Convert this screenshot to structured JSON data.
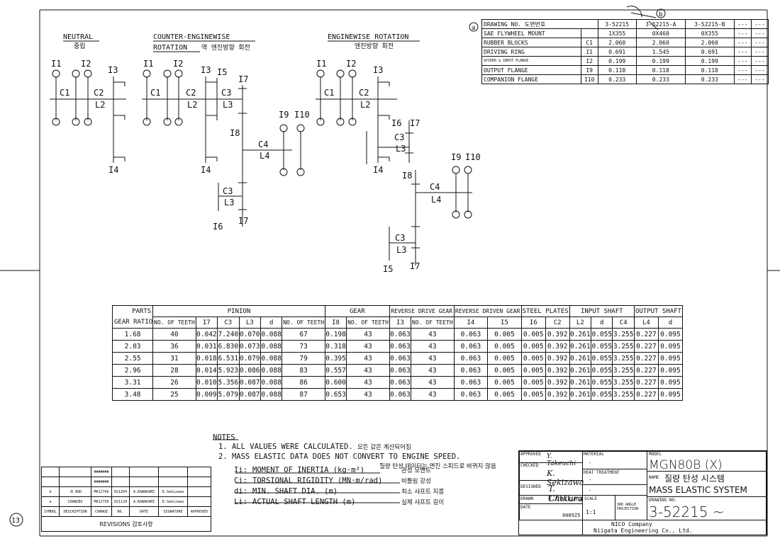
{
  "sheet": {
    "mark_a": "a",
    "mark_b": "b",
    "circle_mark": "13"
  },
  "diagrams": {
    "neutral": {
      "title": "NEUTRAL",
      "title_ko": "중립"
    },
    "counter": {
      "title1": "COUNTER-ENGINEWISE",
      "title2": "ROTATION",
      "title_ko": "역 엔진방향 회전"
    },
    "enginewise": {
      "title": "ENGINEWISE ROTATION",
      "title_ko": "엔진방향 회전"
    },
    "labels": {
      "I1": "I1",
      "I2": "I2",
      "I3": "I3",
      "I4": "I4",
      "I5": "I5",
      "I6": "I6",
      "I7": "I7",
      "I8": "I8",
      "I9": "I9",
      "I10": "I10",
      "C1": "C1",
      "C2": "C2",
      "C3": "C3",
      "C4": "C4",
      "L2": "L2",
      "L3": "L3",
      "L4": "L4"
    }
  },
  "drawing_table": {
    "header": [
      "DRAWING NO. 도면번호",
      "3-52215",
      "3-52215-A",
      "3-52215-B",
      "---",
      "---"
    ],
    "rows": [
      [
        "SAE FLYWHEEL MOUNT",
        "",
        "1X355",
        "0X460",
        "0X355",
        "---",
        "---"
      ],
      [
        "RUBBER BLOCKS",
        "C1",
        "2.060",
        "2.060",
        "2.060",
        "---",
        "---"
      ],
      [
        "DRIVING RING",
        "I1",
        "0.691",
        "1.545",
        "0.691",
        "---",
        "---"
      ],
      [
        "SPIDER & INPUT FLANGE",
        "I2",
        "0.199",
        "0.199",
        "0.199",
        "---",
        "---"
      ],
      [
        "OUTPUT FLANGE",
        "I9",
        "0.118",
        "0.118",
        "0.118",
        "---",
        "---"
      ],
      [
        "COMPANION FLANGE",
        "I10",
        "0.233",
        "0.233",
        "0.233",
        "---",
        "---"
      ]
    ]
  },
  "main_table": {
    "groups": {
      "parts": "PARTS",
      "gear_ratio": "GEAR RATIO",
      "pinion": "PINION",
      "gear": "GEAR",
      "rev_drive": "REVERSE DRIVE GEAR",
      "rev_driven": "REVERSE DRIVEN GEAR",
      "steel": "STEEL PLATES",
      "input": "INPUT SHAFT",
      "output": "OUTPUT SHAFT"
    },
    "subheads": [
      "NO. OF TEETH",
      "I7",
      "C3",
      "L3",
      "d",
      "NO. OF TEETH",
      "I8",
      "NO. OF TEETH",
      "I3",
      "NO. OF TEETH",
      "I4",
      "I5",
      "I6",
      "C2",
      "L2",
      "d",
      "C4",
      "L4",
      "d"
    ],
    "rows": [
      [
        "1.68",
        "40",
        "0.042",
        "7.240",
        "0.070",
        "0.088",
        "67",
        "0.198",
        "43",
        "0.063",
        "43",
        "0.063",
        "0.005",
        "0.005",
        "0.392",
        "0.261",
        "0.055",
        "3.255",
        "0.227",
        "0.095"
      ],
      [
        "2.03",
        "36",
        "0.031",
        "6.830",
        "0.073",
        "0.088",
        "73",
        "0.318",
        "43",
        "0.063",
        "43",
        "0.063",
        "0.005",
        "0.005",
        "0.392",
        "0.261",
        "0.055",
        "3.255",
        "0.227",
        "0.095"
      ],
      [
        "2.55",
        "31",
        "0.018",
        "6.531",
        "0.079",
        "0.088",
        "79",
        "0.395",
        "43",
        "0.063",
        "43",
        "0.063",
        "0.005",
        "0.005",
        "0.392",
        "0.261",
        "0.055",
        "3.255",
        "0.227",
        "0.095"
      ],
      [
        "2.96",
        "28",
        "0.014",
        "5.923",
        "0.086",
        "0.088",
        "83",
        "0.557",
        "43",
        "0.063",
        "43",
        "0.063",
        "0.005",
        "0.005",
        "0.392",
        "0.261",
        "0.055",
        "3.255",
        "0.227",
        "0.095"
      ],
      [
        "3.31",
        "26",
        "0.010",
        "5.356",
        "0.087",
        "0.088",
        "86",
        "0.600",
        "43",
        "0.063",
        "43",
        "0.063",
        "0.005",
        "0.005",
        "0.392",
        "0.261",
        "0.055",
        "3.255",
        "0.227",
        "0.095"
      ],
      [
        "3.48",
        "25",
        "0.009",
        "5.079",
        "0.087",
        "0.088",
        "87",
        "0.653",
        "43",
        "0.063",
        "43",
        "0.063",
        "0.005",
        "0.005",
        "0.392",
        "0.261",
        "0.055",
        "3.255",
        "0.227",
        "0.095"
      ]
    ]
  },
  "notes": {
    "heading": "NOTES",
    "n1": "1. ALL VALUES WERE CALCULATED.",
    "n1_ko": "모든 값은 계산되어짐",
    "n2": "2. MASS ELASTIC DATA DOES NOT CONVERT TO ENGINE SPEED.",
    "n2_ko": "질량 탄성 데이터는 엔진 스피드로 바뀌지 않음",
    "legend": [
      {
        "sym": "Ii:",
        "text": "MOMENT OF INERTIA (kg·m²)",
        "ko": "관성 모멘트"
      },
      {
        "sym": "Ci:",
        "text": "TORSIONAL RIGIDITY (MN·m/rad)",
        "ko": "비틀림 강성"
      },
      {
        "sym": "di:",
        "text": "MIN. SHAFT DIA. (m)",
        "ko": "최소 샤프트 지름"
      },
      {
        "sym": "Li:",
        "text": "ACTUAL SHAFT LENGTH (m)",
        "ko": "실제 샤프트 길이"
      }
    ]
  },
  "revisions": {
    "rows": [
      [
        "",
        "",
        "#######",
        "",
        "",
        "",
        ""
      ],
      [
        "",
        "",
        "#######",
        "",
        "",
        "",
        ""
      ],
      [
        "b",
        "-B ADD",
        "MK12766",
        "021204",
        "A.KAWAKAMI",
        "K.Sekizawa",
        ""
      ],
      [
        "a",
        "CHANGED",
        "MK12756",
        "021120",
        "A.KAWAKAMI",
        "K.Sekizawa",
        ""
      ]
    ],
    "head": [
      "SYMBOL",
      "DESCRIPTION",
      "CHANGE",
      "NO.",
      "DATE",
      "SIGNATURE",
      "APPROVED"
    ],
    "footer": "REVISIONS 검토사항"
  },
  "title_block": {
    "approved_lbl": "APPROVED",
    "approved": "Y. Takeuchi",
    "checked_lbl": "CHECKED",
    "checked": "K. Sekizawa",
    "designed_lbl": "DESIGNED",
    "designed": "T. Chikura",
    "drawn_lbl": "DRAWN",
    "drawn": "T.Chikura",
    "date_lbl": "DATE",
    "date": "000925",
    "material_lbl": "MATERIAL",
    "material": "-",
    "heat_lbl": "HEAT TREATMENT",
    "heat": "-",
    "dash3": "-",
    "scale_lbl": "SCALE",
    "scale": "1:1",
    "proj_lbl": "3RD ANGLE PROJECTION",
    "model_lbl": "MODEL",
    "model": "MGN80B (X)",
    "name_lbl": "NAME",
    "name_ko": "질량 탄성 시스템",
    "name": "MASS ELASTIC SYSTEM",
    "dwg_lbl": "DRAWING NO.",
    "dwg": "3-52215 ~",
    "company1": "NICO Company",
    "company2": "Niigata Engineering Co., Ltd."
  }
}
